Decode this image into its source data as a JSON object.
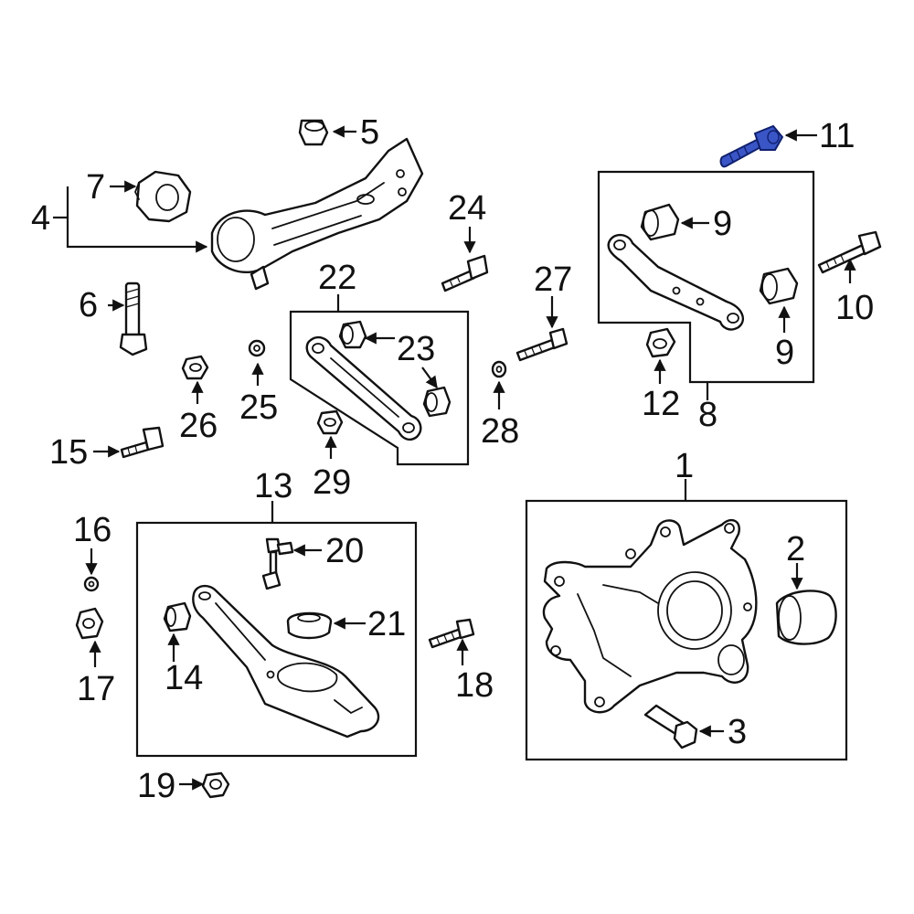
{
  "accent_color": "#3a55c6",
  "highlighted_part": "11",
  "callouts": {
    "c1": "1",
    "c2": "2",
    "c3": "3",
    "c4": "4",
    "c5": "5",
    "c6": "6",
    "c7": "7",
    "c8": "8",
    "c9a": "9",
    "c9b": "9",
    "c10": "10",
    "c11": "11",
    "c12": "12",
    "c13": "13",
    "c14": "14",
    "c15": "15",
    "c16": "16",
    "c17": "17",
    "c18": "18",
    "c19": "19",
    "c20": "20",
    "c21": "21",
    "c22": "22",
    "c23": "23",
    "c24": "24",
    "c25": "25",
    "c26": "26",
    "c27": "27",
    "c28": "28",
    "c29": "29"
  }
}
